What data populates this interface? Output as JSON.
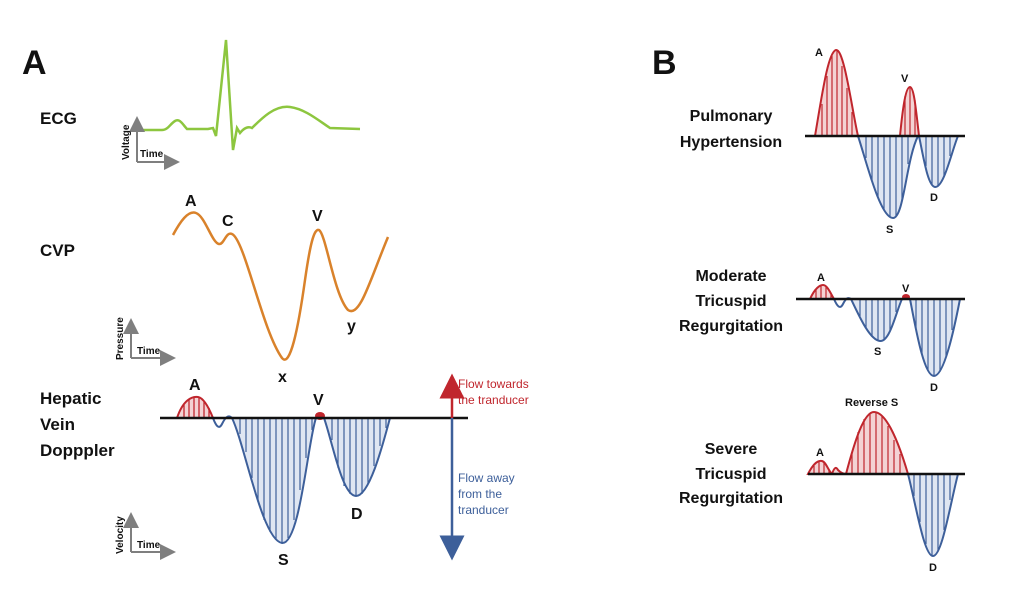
{
  "panel_a": {
    "letter": "A",
    "ecg": {
      "label": "ECG",
      "axis_y": "Voltage",
      "axis_x": "Time"
    },
    "cvp": {
      "label": "CVP",
      "axis_y": "Pressure",
      "axis_x": "Time",
      "wave_a": "A",
      "wave_c": "C",
      "wave_v": "V",
      "wave_x": "x",
      "wave_y": "y"
    },
    "doppler": {
      "label_lines": [
        "Hepatic",
        "Vein",
        "Dopppler"
      ],
      "axis_y": "Velocity",
      "axis_x": "Time",
      "wave_a": "A",
      "wave_v": "V",
      "wave_s": "S",
      "wave_d": "D"
    },
    "legend": {
      "towards_lines": [
        "Flow towards",
        "the tranducer"
      ],
      "away_lines": [
        "Flow away",
        "from the",
        "tranducer"
      ]
    }
  },
  "panel_b": {
    "letter": "B",
    "pulmonary": {
      "label_lines": [
        "Pulmonary",
        "Hypertension"
      ],
      "wave_a": "A",
      "wave_v": "V",
      "wave_s": "S",
      "wave_d": "D"
    },
    "moderate": {
      "label_lines": [
        "Moderate",
        "Tricuspid",
        "Regurgitation"
      ],
      "wave_a": "A",
      "wave_v": "V",
      "wave_s": "S",
      "wave_d": "D"
    },
    "severe": {
      "label_lines": [
        "Severe",
        "Tricuspid",
        "Regurgitation"
      ],
      "wave_a": "A",
      "wave_reverse_s": "Reverse S",
      "wave_d": "D"
    }
  },
  "colors": {
    "ecg": "#8dc63f",
    "cvp": "#d9822b",
    "towards": "#c0262d",
    "away": "#3d5f9a",
    "axis": "#7f7f7f"
  }
}
